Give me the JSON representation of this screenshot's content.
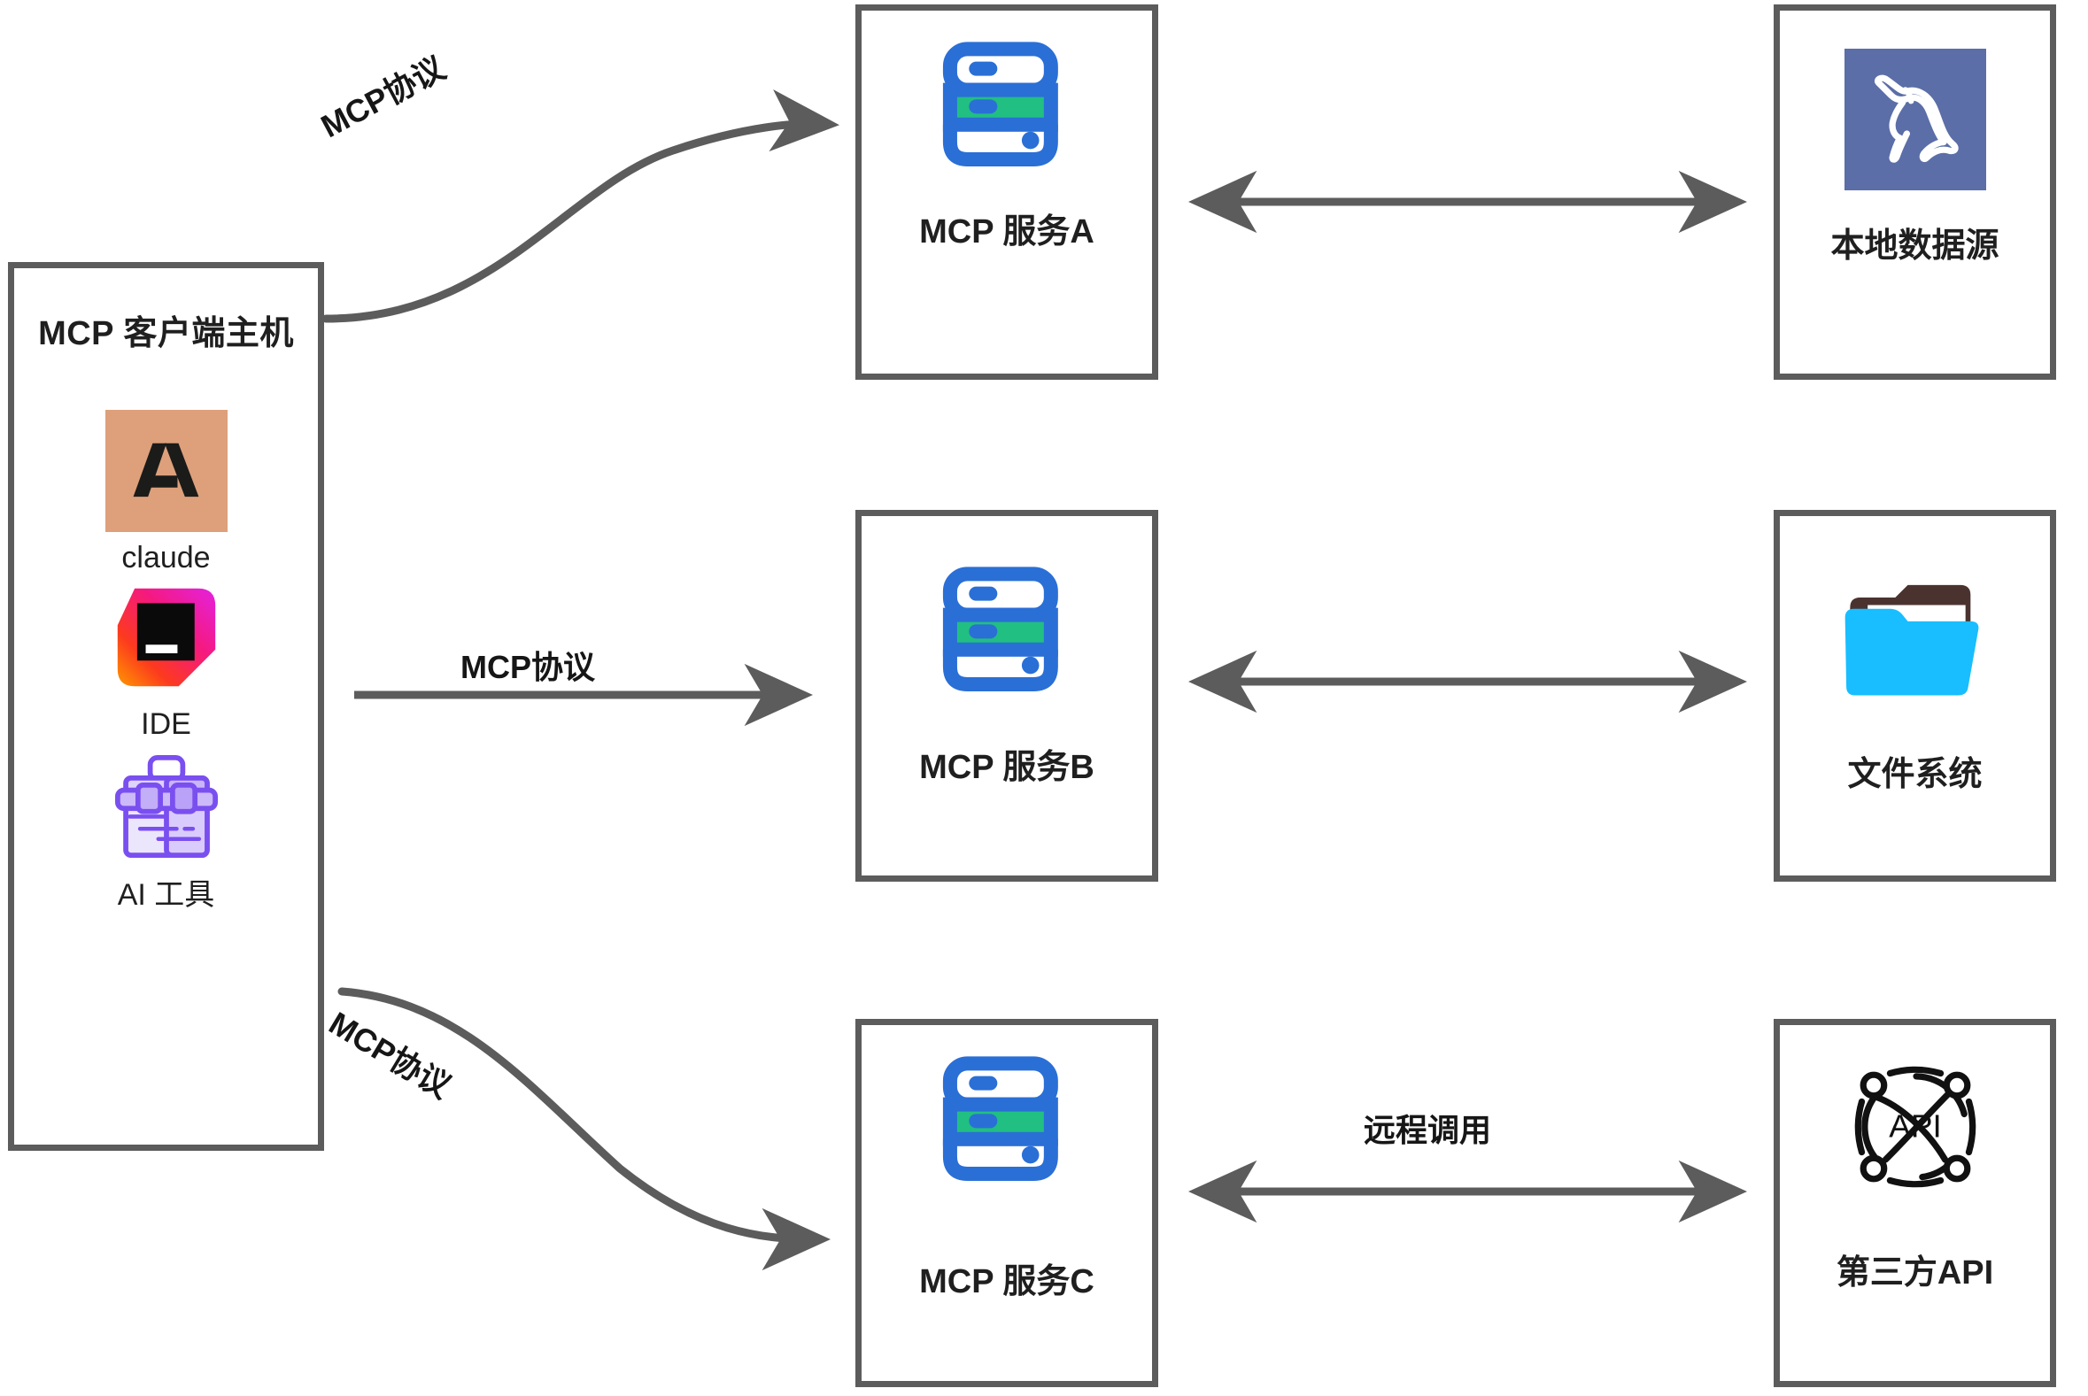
{
  "diagram": {
    "title": "MCP architecture diagram",
    "colors": {
      "box_border": "#5b5c5b",
      "arrow": "#5b5c5b",
      "server_blue": "#2a6fd6",
      "server_green": "#21bf82",
      "claude_tile": "#dda07b",
      "folder_cyan": "#18beff",
      "folder_brown": "#4a332f",
      "mysql_bg": "#5b6ea8",
      "toolbox_purple": "#7a4ff0"
    },
    "client": {
      "title": "MCP 客户端主机",
      "items": [
        {
          "icon": "claude-logo-icon",
          "label": "claude"
        },
        {
          "icon": "jetbrains-ide-icon",
          "label": "IDE"
        },
        {
          "icon": "toolbox-icon",
          "label": "AI 工具"
        }
      ]
    },
    "servers": [
      {
        "icon": "server-rack-icon",
        "label": "MCP 服务A"
      },
      {
        "icon": "server-rack-icon",
        "label": "MCP 服务B"
      },
      {
        "icon": "server-rack-icon",
        "label": "MCP 服务C"
      }
    ],
    "resources": [
      {
        "icon": "mysql-dolphin-icon",
        "label": "本地数据源"
      },
      {
        "icon": "open-folder-icon",
        "label": "文件系统"
      },
      {
        "icon": "api-network-icon",
        "label": "第三方API"
      }
    ],
    "edges": [
      {
        "from": "MCP 客户端主机",
        "to": "MCP 服务A",
        "label": "MCP协议",
        "style": "curved-arrow"
      },
      {
        "from": "MCP 客户端主机",
        "to": "MCP 服务B",
        "label": "MCP协议",
        "style": "straight-arrow"
      },
      {
        "from": "MCP 客户端主机",
        "to": "MCP 服务C",
        "label": "MCP协议",
        "style": "curved-arrow"
      },
      {
        "from": "MCP 服务A",
        "to": "本地数据源",
        "label": "",
        "style": "double-arrow"
      },
      {
        "from": "MCP 服务B",
        "to": "文件系统",
        "label": "",
        "style": "double-arrow"
      },
      {
        "from": "MCP 服务C",
        "to": "第三方API",
        "label": "远程调用",
        "style": "double-arrow"
      }
    ],
    "edge_labels": {
      "a": "MCP协议",
      "b": "MCP协议",
      "c": "MCP协议",
      "remote": "远程调用"
    }
  }
}
